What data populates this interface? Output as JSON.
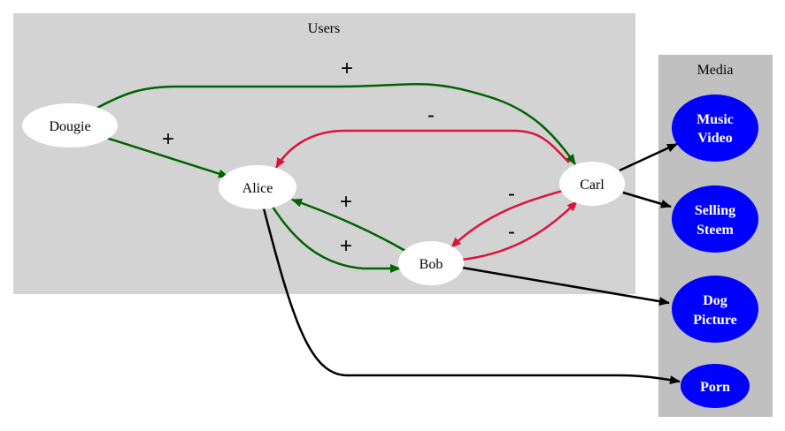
{
  "clusters": {
    "users": {
      "label": "Users",
      "fill": "#d3d3d3"
    },
    "media": {
      "label": "Media",
      "fill": "#c0c0c0"
    }
  },
  "nodes": {
    "dougie": "Dougie",
    "alice": "Alice",
    "bob": "Bob",
    "carl": "Carl",
    "music_video": [
      "Music",
      "Video"
    ],
    "selling_steem": [
      "Selling",
      "Steem"
    ],
    "dog_picture": [
      "Dog",
      "Picture"
    ],
    "porn": "Porn"
  },
  "edges": [
    {
      "from": "Dougie",
      "to": "Carl",
      "label": "+",
      "color": "#006400"
    },
    {
      "from": "Dougie",
      "to": "Alice",
      "label": "+",
      "color": "#006400"
    },
    {
      "from": "Carl",
      "to": "Alice",
      "label": "-",
      "color": "#dc143c"
    },
    {
      "from": "Bob",
      "to": "Alice",
      "label": "+",
      "color": "#006400"
    },
    {
      "from": "Alice",
      "to": "Bob",
      "label": "+",
      "color": "#006400"
    },
    {
      "from": "Carl",
      "to": "Bob",
      "label": "-",
      "color": "#dc143c"
    },
    {
      "from": "Bob",
      "to": "Carl",
      "label": "-",
      "color": "#dc143c"
    },
    {
      "from": "Carl",
      "to": "Music Video",
      "label": "",
      "color": "#000000"
    },
    {
      "from": "Carl",
      "to": "Selling Steem",
      "label": "",
      "color": "#000000"
    },
    {
      "from": "Bob",
      "to": "Dog Picture",
      "label": "",
      "color": "#000000"
    },
    {
      "from": "Alice",
      "to": "Porn",
      "label": "",
      "color": "#000000"
    }
  ],
  "colors": {
    "positive": "#006400",
    "negative": "#dc143c",
    "media_node": "#0000ff",
    "user_node": "#ffffff"
  }
}
